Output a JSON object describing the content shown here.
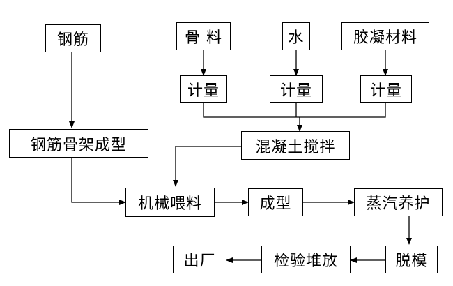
{
  "nodes": {
    "rebar": "钢筋",
    "aggregate": "骨 料",
    "water": "水",
    "binder": "胶凝材料",
    "metering_aggregate": "计量",
    "metering_water": "计量",
    "metering_binder": "计量",
    "mixing": "混凝土搅拌",
    "rebar_cage": "钢筋骨架成型",
    "feeding": "机械喂料",
    "forming": "成型",
    "steam_curing": "蒸汽养护",
    "demolding": "脱模",
    "inspection": "检验堆放",
    "shipping": "出厂"
  }
}
